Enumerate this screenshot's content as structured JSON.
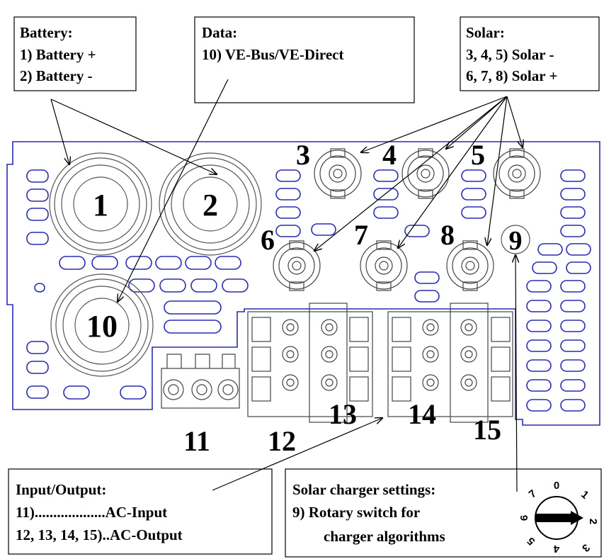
{
  "boxes": {
    "battery": {
      "title": "Battery:",
      "line1": "1)  Battery +",
      "line2": "2)  Battery -"
    },
    "data": {
      "title": "Data:",
      "line1": "10) VE-Bus/VE-Direct"
    },
    "solar": {
      "title": "Solar:",
      "line1": "3, 4, 5) Solar -",
      "line2": "6, 7, 8) Solar +"
    },
    "io": {
      "title": "Input/Output:",
      "line1": "11)...................AC-Input",
      "line2": "12, 13, 14, 15)..AC-Output"
    },
    "charger": {
      "title": "Solar charger settings:",
      "line1": "9)  Rotary switch for",
      "line2": "charger algorithms"
    }
  },
  "numbers": {
    "n1": "1",
    "n2": "2",
    "n3": "3",
    "n4": "4",
    "n5": "5",
    "n6": "6",
    "n7": "7",
    "n8": "8",
    "n9": "9",
    "n10": "10",
    "n11": "11",
    "n12": "12",
    "n13": "13",
    "n14": "14",
    "n15": "15"
  },
  "dial": {
    "d0": "0",
    "d1": "1",
    "d2": "2",
    "d3": "3",
    "d4": "4",
    "d5": "5",
    "d6": "6",
    "d7": "7"
  },
  "colors": {
    "outline": "#2b2bb0",
    "component": "#555555",
    "text": "#000000"
  }
}
